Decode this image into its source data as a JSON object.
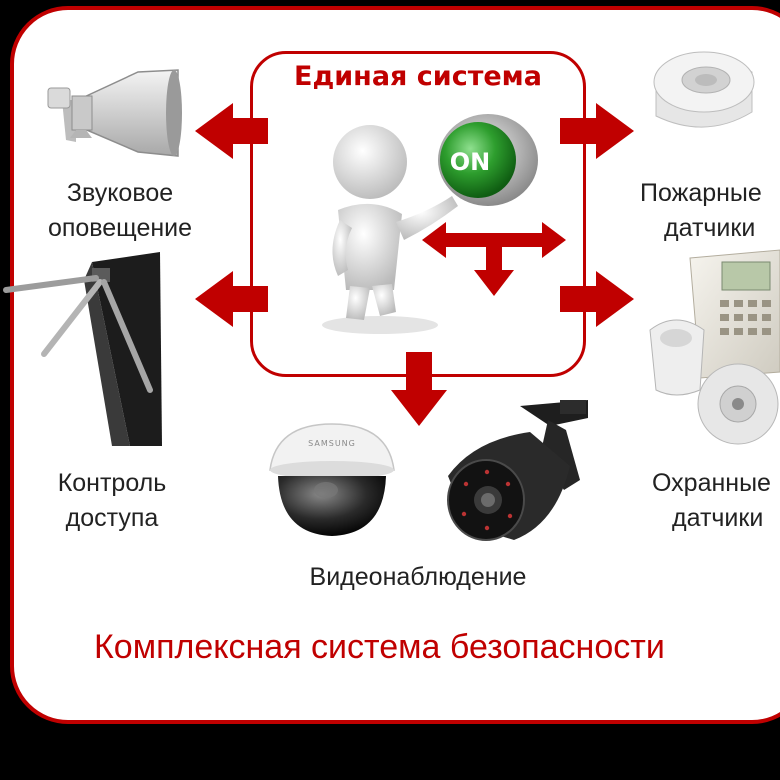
{
  "center": {
    "title": "Единая система",
    "button_text": "ON"
  },
  "nodes": {
    "sound": {
      "line1": "Звуковое",
      "line2": "оповещение"
    },
    "fire": {
      "line1": "Пожарные",
      "line2": "датчики"
    },
    "access": {
      "line1": "Контроль",
      "line2": "доступа"
    },
    "security": {
      "line1": "Охранные",
      "line2": "датчики"
    },
    "video": {
      "label": "Видеонаблюдение",
      "camera_brand": "SAMSUNG"
    }
  },
  "footer": {
    "title": "Комплексная система безопасности"
  },
  "colors": {
    "accent": "#c00000",
    "button_green": "#2e9e2e",
    "background": "#000000",
    "card": "#ffffff"
  }
}
